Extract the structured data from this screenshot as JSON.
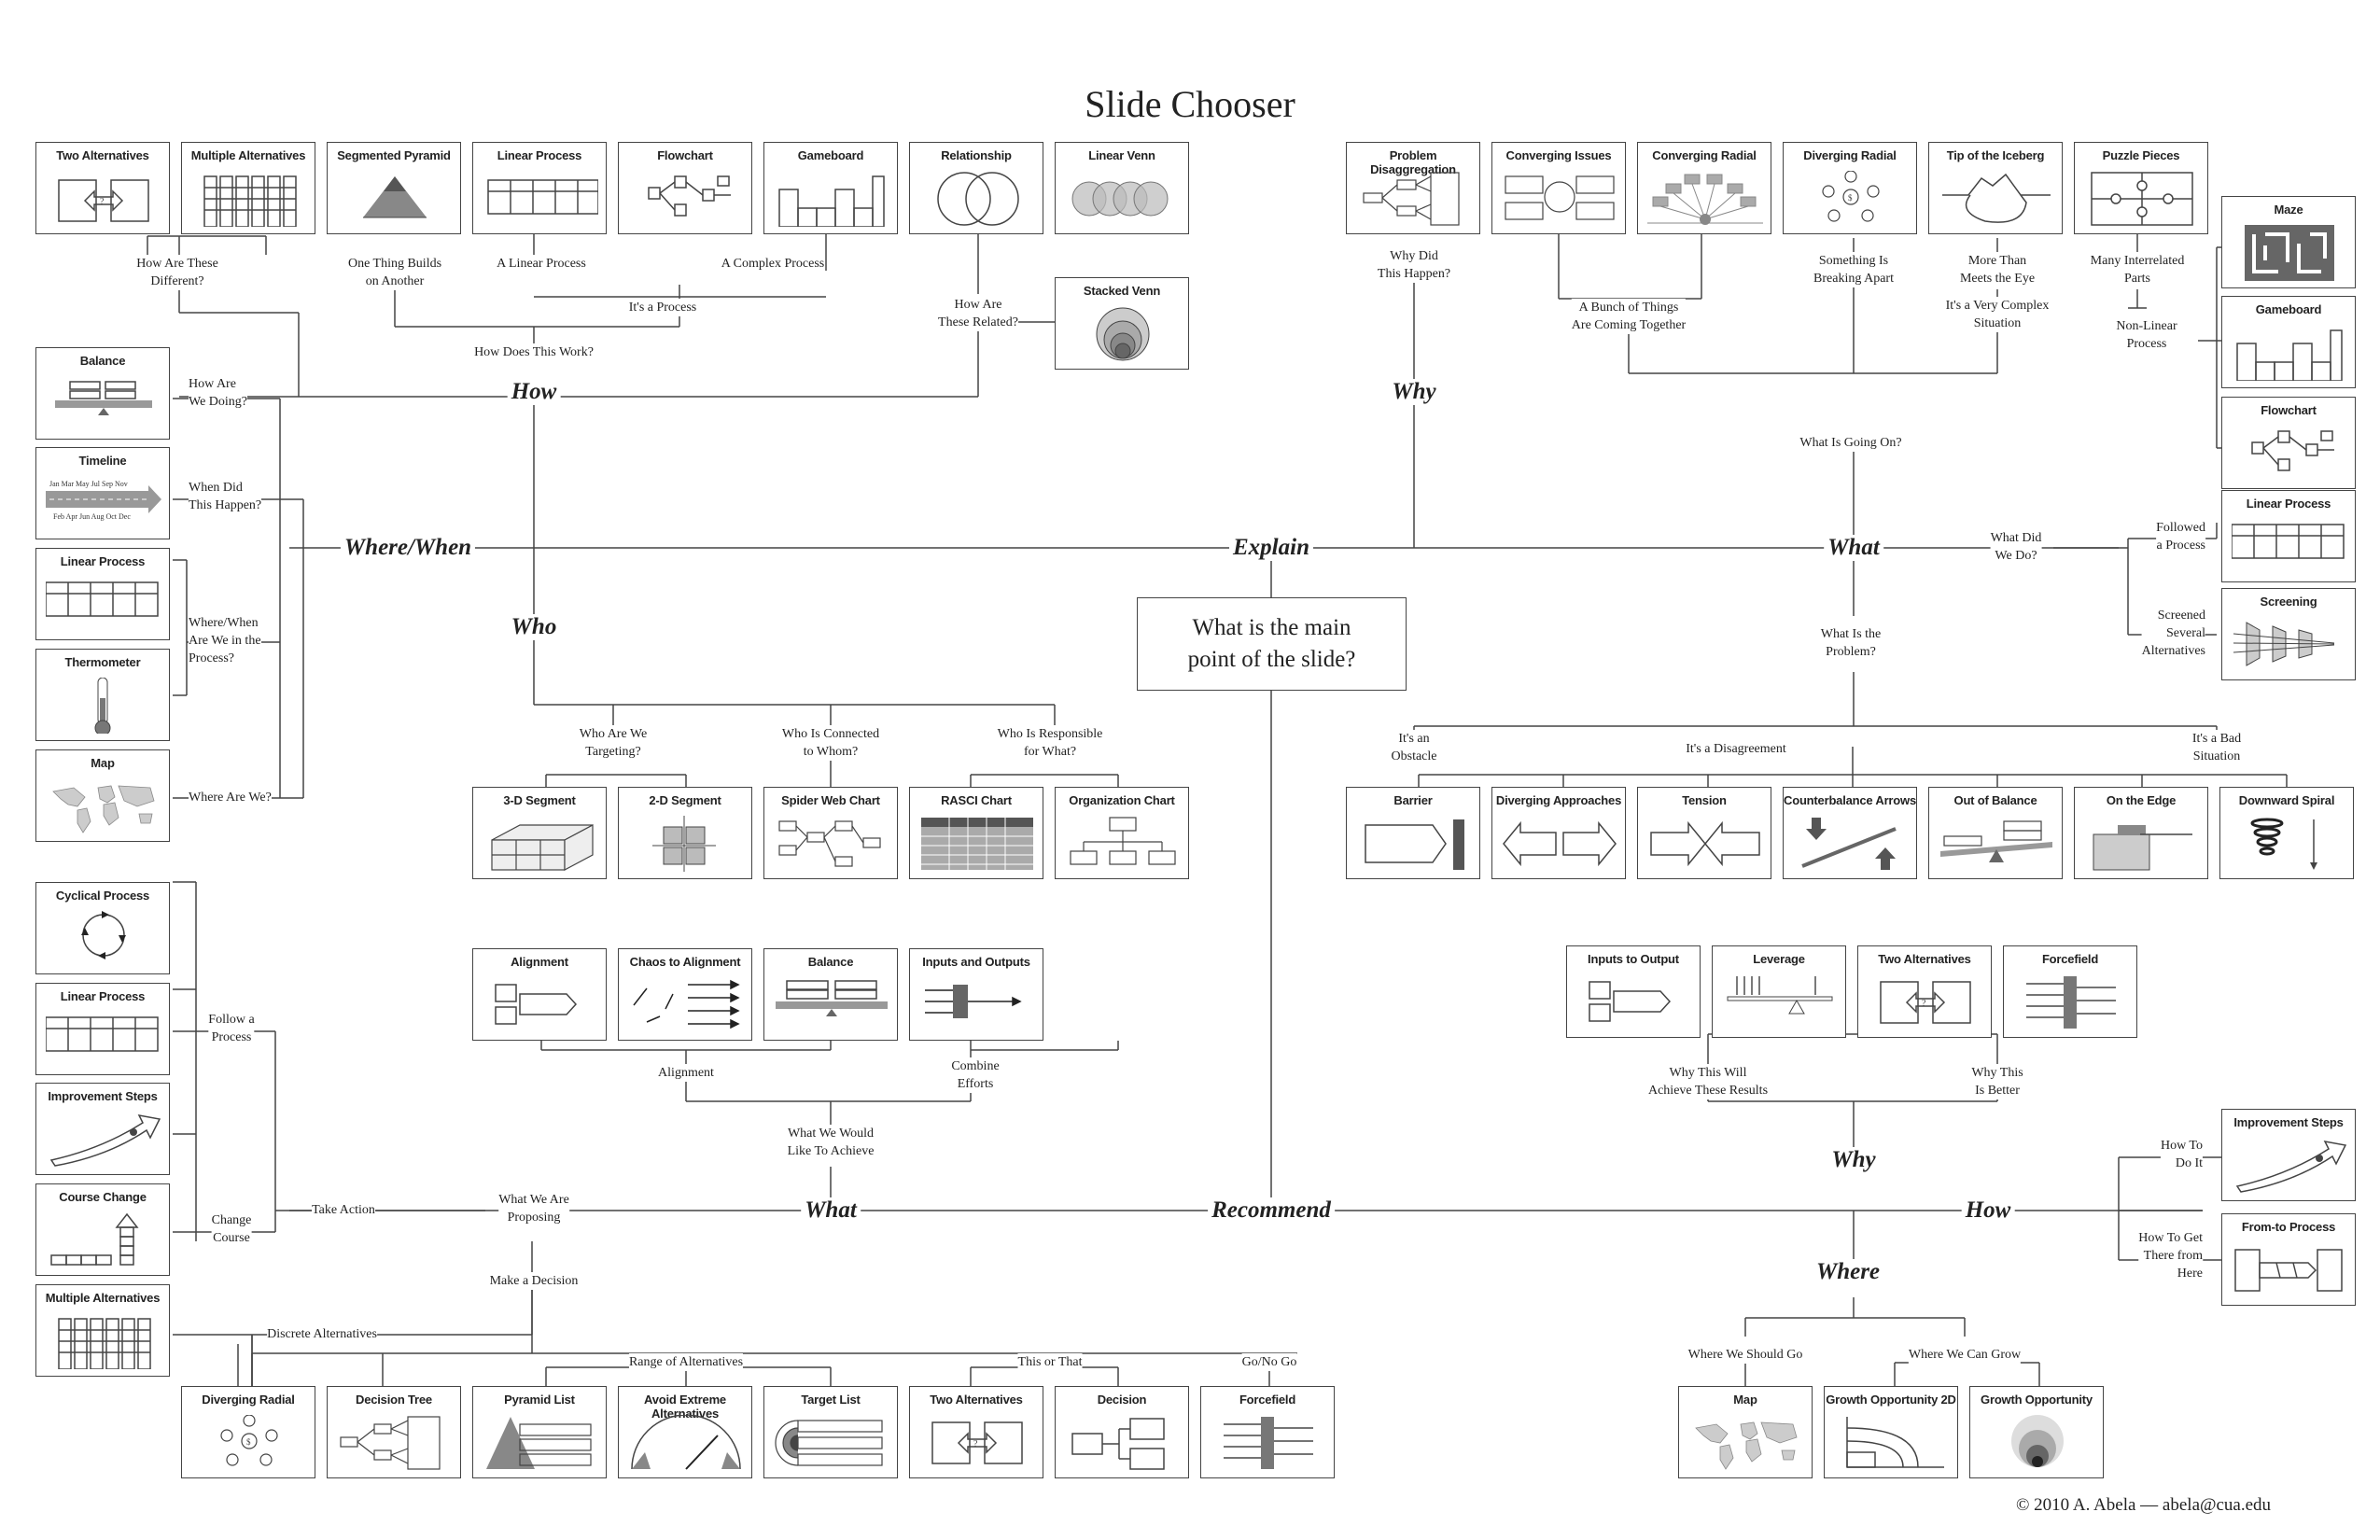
{
  "title": "Slide Chooser",
  "main_question": "What is the main\npoint of the slide?",
  "copyright": "© 2010  A. Abela — abela@cua.edu",
  "hubs": {
    "explain": "Explain",
    "recommend": "Recommend",
    "how_top": "How",
    "why_top": "Why",
    "where_when": "Where/When",
    "who": "Who",
    "what_right": "What",
    "what_bottom": "What",
    "why_bottom": "Why",
    "how_bottom": "How",
    "where_bottom": "Where"
  },
  "labels": {
    "how_different": "How Are These\nDifferent?",
    "one_thing": "One Thing Builds\non Another",
    "linear_process_q": "A Linear Process",
    "complex_process_q": "A Complex Process",
    "its_a_process": "It's a Process",
    "how_does_work": "How Does This Work?",
    "how_related": "How Are\nThese Related?",
    "how_doing": "How Are\nWe Doing?",
    "when_happen": "When Did\nThis Happen?",
    "where_when_process": "Where/When\nAre We in the\nProcess?",
    "where_are_we": "Where Are We?",
    "who_targeting": "Who Are We\nTargeting?",
    "who_connected": "Who Is Connected\nto Whom?",
    "who_responsible": "Who Is Responsible\nfor What?",
    "why_happen": "Why Did\nThis Happen?",
    "bunch_together": "A Bunch of Things\nAre Coming Together",
    "breaking_apart": "Something Is\nBreaking Apart",
    "more_than_eye": "More Than\nMeets the Eye",
    "very_complex": "It's a Very Complex\nSituation",
    "many_interrelated": "Many Interrelated\nParts",
    "non_linear": "Non-Linear\nProcess",
    "whats_going_on": "What Is Going On?",
    "what_did_we_do": "What Did\nWe Do?",
    "followed_process": "Followed\na Process",
    "screened": "Screened\nSeveral\nAlternatives",
    "what_problem": "What Is the\nProblem?",
    "obstacle": "It's an\nObstacle",
    "disagreement": "It's a Disagreement",
    "bad_situation": "It's a Bad\nSituation",
    "alignment_q": "Alignment",
    "combine_efforts": "Combine\nEfforts",
    "what_achieve": "What We Would\nLike To Achieve",
    "what_proposing": "What We Are\nProposing",
    "take_action": "Take Action",
    "follow_process": "Follow a\nProcess",
    "change_course": "Change\nCourse",
    "make_decision": "Make a Decision",
    "discrete_alts": "Discrete Alternatives",
    "range_alts": "Range of Alternatives",
    "this_or_that": "This or That",
    "go_no_go": "Go/No Go",
    "why_will_achieve": "Why This Will\nAchieve These Results",
    "why_better": "Why This\nIs Better",
    "how_to_do_it": "How To\nDo It",
    "how_to_get_there": "How To Get\nThere from\nHere",
    "where_should_go": "Where We Should Go",
    "where_can_grow": "Where We Can Grow"
  },
  "cards": {
    "two_alternatives_top": "Two Alternatives",
    "multiple_alternatives_top": "Multiple Alternatives",
    "segmented_pyramid": "Segmented Pyramid",
    "linear_process_top": "Linear Process",
    "flowchart_top": "Flowchart",
    "gameboard_top": "Gameboard",
    "relationship": "Relationship",
    "linear_venn": "Linear Venn",
    "stacked_venn": "Stacked Venn",
    "balance_left": "Balance",
    "timeline": "Timeline",
    "linear_process_left": "Linear Process",
    "thermometer": "Thermometer",
    "map_left": "Map",
    "segment_3d": "3-D Segment",
    "segment_2d": "2-D Segment",
    "spider_web": "Spider Web Chart",
    "rasci": "RASCI Chart",
    "org_chart": "Organization Chart",
    "problem_disagg": "Problem Disaggregation",
    "converging_issues": "Converging Issues",
    "converging_radial": "Converging Radial",
    "diverging_radial_top": "Diverging Radial",
    "tip_iceberg": "Tip of the Iceberg",
    "puzzle_pieces": "Puzzle Pieces",
    "maze": "Maze",
    "gameboard_right": "Gameboard",
    "flowchart_right": "Flowchart",
    "linear_process_right": "Linear Process",
    "screening": "Screening",
    "barrier": "Barrier",
    "diverging_approaches": "Diverging Approaches",
    "tension": "Tension",
    "counterbalance": "Counterbalance Arrows",
    "out_of_balance": "Out of Balance",
    "on_the_edge": "On the Edge",
    "downward_spiral": "Downward Spiral",
    "alignment": "Alignment",
    "chaos_alignment": "Chaos to Alignment",
    "balance_mid": "Balance",
    "inputs_outputs": "Inputs and Outputs",
    "inputs_to_output": "Inputs to Output",
    "leverage": "Leverage",
    "two_alternatives_mid": "Two Alternatives",
    "forcefield_mid": "Forcefield",
    "cyclical_process": "Cyclical Process",
    "linear_process_bl": "Linear Process",
    "improvement_steps_left": "Improvement Steps",
    "course_change": "Course Change",
    "multiple_alternatives_bl": "Multiple Alternatives",
    "diverging_radial_bot": "Diverging Radial",
    "decision_tree": "Decision Tree",
    "pyramid_list": "Pyramid List",
    "avoid_extreme": "Avoid Extreme\nAlternatives",
    "target_list": "Target List",
    "two_alternatives_bot": "Two Alternatives",
    "decision": "Decision",
    "forcefield_bot": "Forcefield",
    "improvement_steps_right": "Improvement Steps",
    "from_to_process": "From-to Process",
    "map_bottom": "Map",
    "growth_2d": "Growth Opportunity 2D",
    "growth_opp": "Growth Opportunity"
  },
  "timeline_months_top": "Jan  Mar  May  Jul  Sep  Nov",
  "timeline_months_bottom": "Feb  Apr  Jun  Aug  Oct  Dec"
}
